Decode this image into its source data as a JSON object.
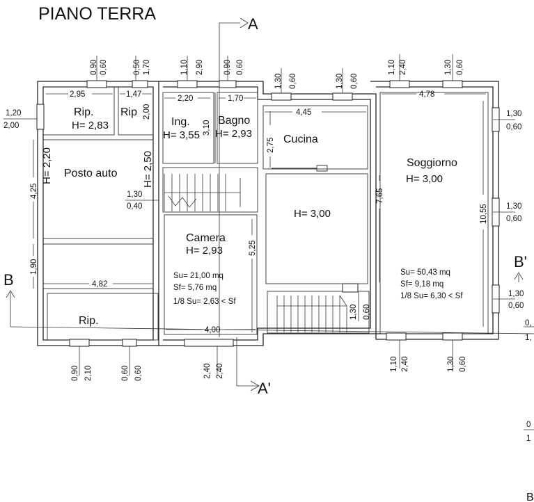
{
  "title": "PIANO TERRA",
  "sections": {
    "a": "A",
    "a_prime": "A'",
    "b": "B",
    "b_prime": "B'"
  },
  "rooms": {
    "rip_top": {
      "name": "Rip.",
      "height": "H= 2,83",
      "dim": "2,95"
    },
    "rip_small": {
      "name": "Rip",
      "dim_w": "1,47",
      "dim_h": "2,00"
    },
    "ingresso": {
      "name": "Ing.",
      "height": "H= 3,55",
      "dim_w": "2,20",
      "dim_h": "3,10"
    },
    "bagno": {
      "name": "Bagno",
      "height": "H= 2,93",
      "dim_w": "1,70"
    },
    "cucina": {
      "name": "Cucina",
      "dim_w": "4,45",
      "dim_h": "2,75"
    },
    "soggiorno": {
      "name": "Soggiorno",
      "height": "H= 3,00",
      "dim_w": "4,78",
      "dim_h": "10,55",
      "su": "Su= 50,43 mq",
      "sf": "Sf= 9,18 mq",
      "ratio": "1/8 Su= 6,30 < Sf"
    },
    "posto_auto": {
      "name": "Posto auto",
      "height_left": "H= 2,20",
      "height_right": "H= 2,50",
      "dim_h": "4,25"
    },
    "portico": {
      "dim_h": "1,90",
      "dim_w": "4,82"
    },
    "rip_bottom": {
      "name": "Rip."
    },
    "camera": {
      "name": "Camera",
      "height": "H= 2,93",
      "dim_h": "5,25",
      "dim_w": "4,00",
      "su": "Su= 21,00 mq",
      "sf": "Sf= 5,76 mq",
      "ratio": "1/8 Su= 2,63 < Sf"
    },
    "center": {
      "height": "H= 3,00",
      "dim_h": "7,65"
    }
  },
  "windows": {
    "top_1": [
      "0,90",
      "0,60"
    ],
    "top_2": [
      "0,50",
      "1,70"
    ],
    "top_3": [
      "1,10",
      "2,90"
    ],
    "top_4": [
      "0,90",
      "0,60"
    ],
    "top_5": [
      "1,30",
      "0,60"
    ],
    "top_6": [
      "1,30",
      "0,60"
    ],
    "top_7": [
      "1,10",
      "2,40"
    ],
    "top_8": [
      "1,30",
      "0,60"
    ],
    "left_1": [
      "1,20",
      "2,00"
    ],
    "inner_1": [
      "1,30",
      "0,40"
    ],
    "right_1": [
      "1,30",
      "0,60"
    ],
    "right_2": [
      "1,30",
      "0,60"
    ],
    "right_3": [
      "1,30",
      "0,60"
    ],
    "stair_1": [
      "1,30",
      "0,60"
    ],
    "bottom_1": [
      "0,90",
      "2,10"
    ],
    "bottom_2": [
      "0,60",
      "0,60"
    ],
    "bottom_3": [
      "2,40",
      "2,40"
    ],
    "bottom_4": [
      "1,10",
      "2,40"
    ],
    "bottom_5": [
      "1,30",
      "0,60"
    ]
  },
  "edge_fragments": {
    "right_1": "0,",
    "right_2": "1,",
    "right_3": "0",
    "right_4": "1",
    "right_5": "B"
  }
}
